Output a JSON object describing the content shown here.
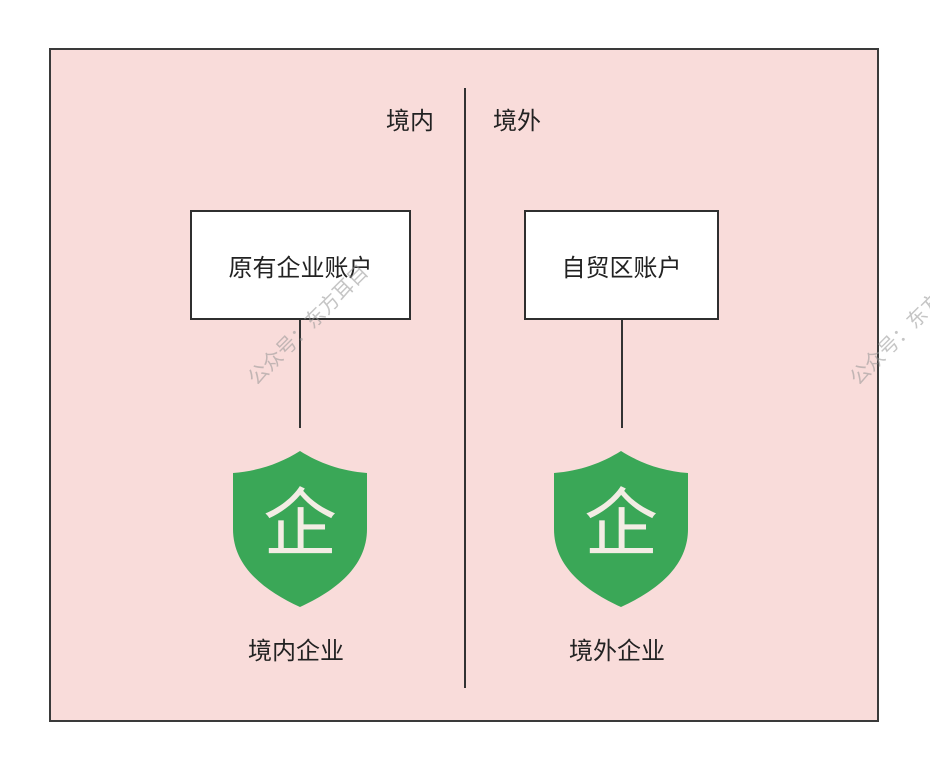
{
  "regions": {
    "left_label": "境内",
    "right_label": "境外"
  },
  "accounts": {
    "left": "原有企业账户",
    "right": "自贸区账户"
  },
  "entities": {
    "left": "境内企业",
    "right": "境外企业",
    "shield_char": "企",
    "shield_color": "#3aa757"
  },
  "watermarks": [
    "公众号：东方耳目",
    "公众号：东方"
  ],
  "colors": {
    "background": "#f9dcda",
    "border": "#3a3a3a"
  }
}
